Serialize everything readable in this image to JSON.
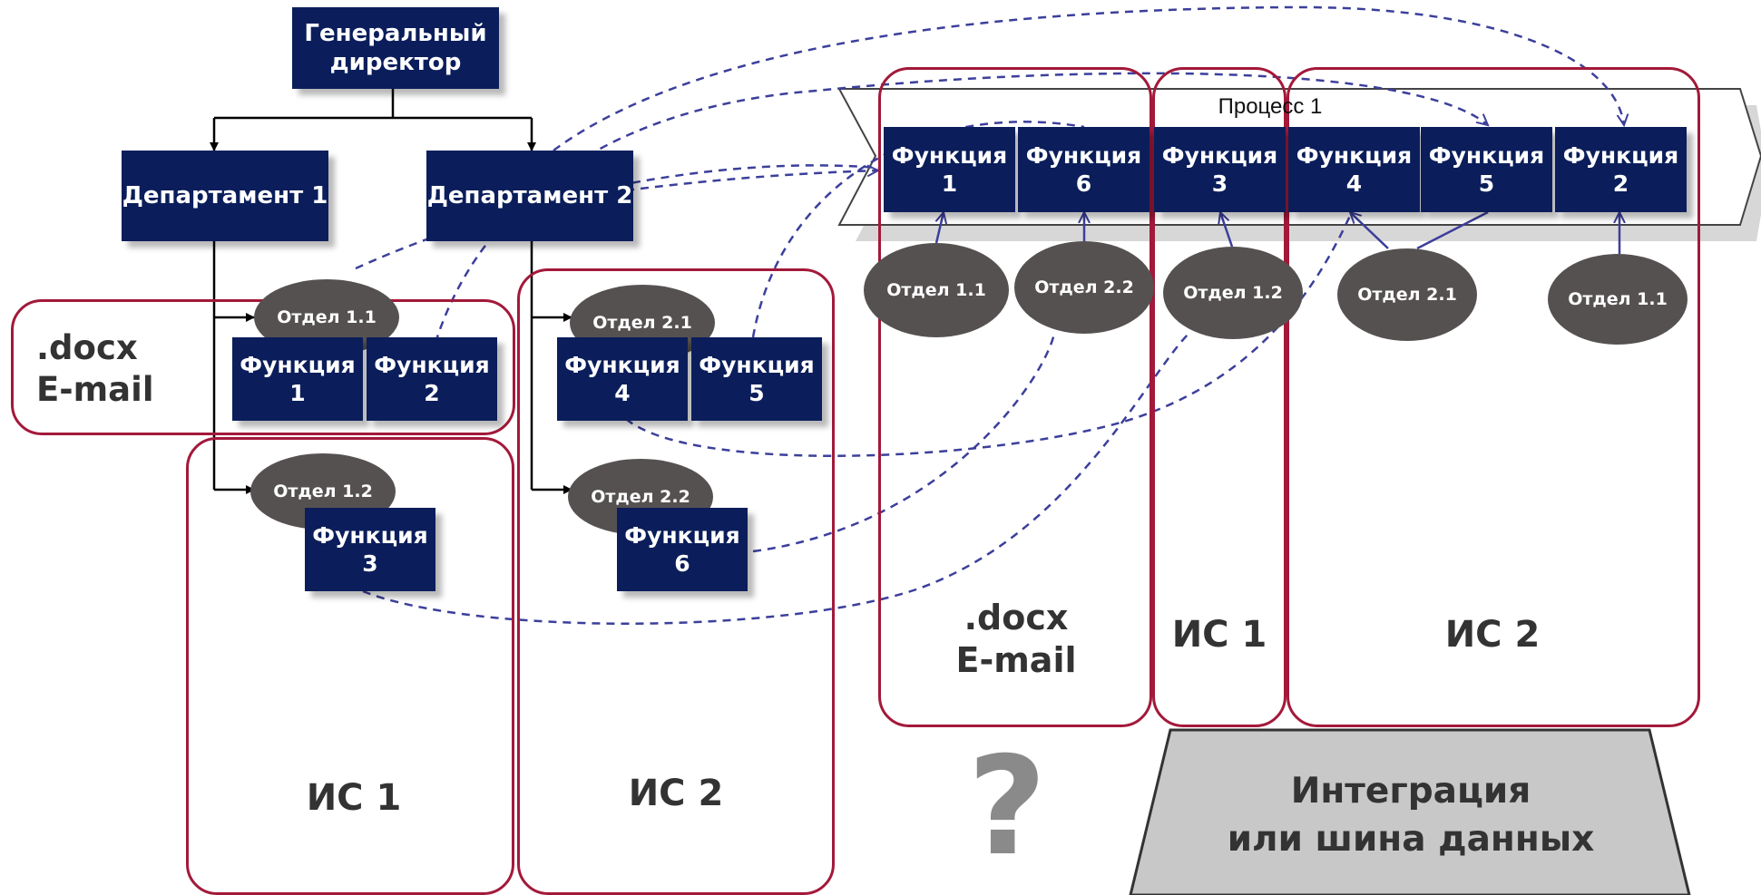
{
  "org_chart": {
    "director": "Генеральный\nдиректор",
    "departments": [
      "Департамент 1",
      "Департамент 2"
    ],
    "sub_departments": [
      "Отдел 1.1",
      "Отдел 1.2",
      "Отдел 2.1",
      "Отдел 2.2"
    ],
    "functions": {
      "f1": "Функция\n1",
      "f2": "Функция\n2",
      "f3": "Функция\n3",
      "f4": "Функция\n4",
      "f5": "Функция\n5",
      "f6": "Функция\n6"
    }
  },
  "left_groups": {
    "docx_email": ".docx\nE-mail",
    "is1": "ИС 1",
    "is2": "ИС 2"
  },
  "process": {
    "title": "Процесс 1",
    "functions": [
      "Функция\n1",
      "Функция\n6",
      "Функция\n3",
      "Функция\n4",
      "Функция\n5",
      "Функция\n2"
    ],
    "departments": [
      "Отдел 1.1",
      "Отдел 2.2",
      "Отдел 1.2",
      "Отдел 2.1",
      "Отдел 1.1"
    ]
  },
  "right_groups": {
    "docx_email": ".docx\nE-mail",
    "is1": "ИС 1",
    "is2": "ИС 2"
  },
  "integration": {
    "label": "Интеграция\nили шина данных"
  },
  "question_mark": "?",
  "colors": {
    "node": "#0b1e5b",
    "oval": "#565151",
    "group_border": "#a3193a",
    "dashed_link": "#3c3f9b",
    "integration_fill": "#c8c8c8"
  }
}
